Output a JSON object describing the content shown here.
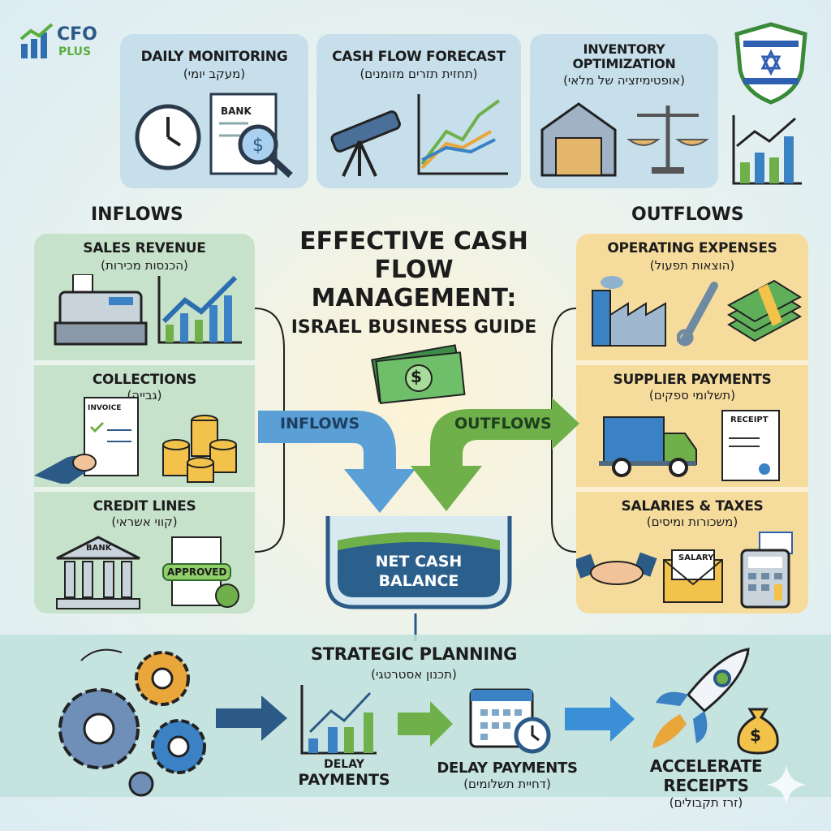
{
  "logo": {
    "line1": "CFO",
    "line2": "PLUS"
  },
  "top_cards": [
    {
      "title": "DAILY MONITORING",
      "hebrew": "(מעקב יומי)",
      "doc_label": "BANK"
    },
    {
      "title": "CASH FLOW FORECAST",
      "hebrew": "(תחזית תזרים מזומנים)"
    },
    {
      "title": "INVENTORY OPTIMIZATION",
      "hebrew": "(אופטימיזציה של מלאי)"
    }
  ],
  "title": {
    "line1": "EFFECTIVE CASH",
    "line2": "FLOW MANAGEMENT:",
    "subtitle": "ISRAEL BUSINESS GUIDE"
  },
  "inflows": {
    "heading": "INFLOWS",
    "items": [
      {
        "title": "SALES REVENUE",
        "hebrew": "(הכנסות מכירות)"
      },
      {
        "title": "COLLECTIONS",
        "hebrew": "(גבייה)",
        "doc_label": "INVOICE"
      },
      {
        "title": "CREDIT LINES",
        "hebrew": "(קווי אשראי)",
        "bank_label": "BANK",
        "stamp_label": "APPROVED"
      }
    ]
  },
  "outflows": {
    "heading": "OUTFLOWS",
    "items": [
      {
        "title": "OPERATING EXPENSES",
        "hebrew": "(הוצאות תפעול)"
      },
      {
        "title": "SUPPLIER PAYMENTS",
        "hebrew": "(תשלומי ספקים)",
        "doc_label": "RECEIPT"
      },
      {
        "title": "SALARIES & TAXES",
        "hebrew": "(משכורות ומיסים)",
        "envelope_label": "SALARY"
      }
    ]
  },
  "center": {
    "inflow_arrow": "INFLOWS",
    "outflow_arrow": "OUTFLOWS",
    "dollar": "$",
    "basin_line1": "NET CASH",
    "basin_line2": "BALANCE"
  },
  "strategy": {
    "title": "STRATEGIC PLANNING",
    "hebrew": "(תכנון אסטרטגי)",
    "steps": [
      {
        "line1": "DELAY",
        "line2": "PAYMENTS"
      },
      {
        "title": "DELAY PAYMENTS",
        "hebrew": "(דחיית תשלומים)"
      },
      {
        "line1": "ACCELERATE",
        "line2": "RECEIPTS",
        "hebrew": "(זרז תקבולים)",
        "bag": "$"
      }
    ]
  },
  "colors": {
    "blue": "#3b82c4",
    "green": "#6fb04a",
    "navy": "#2b5a86",
    "yellow": "#f6dc9c"
  }
}
